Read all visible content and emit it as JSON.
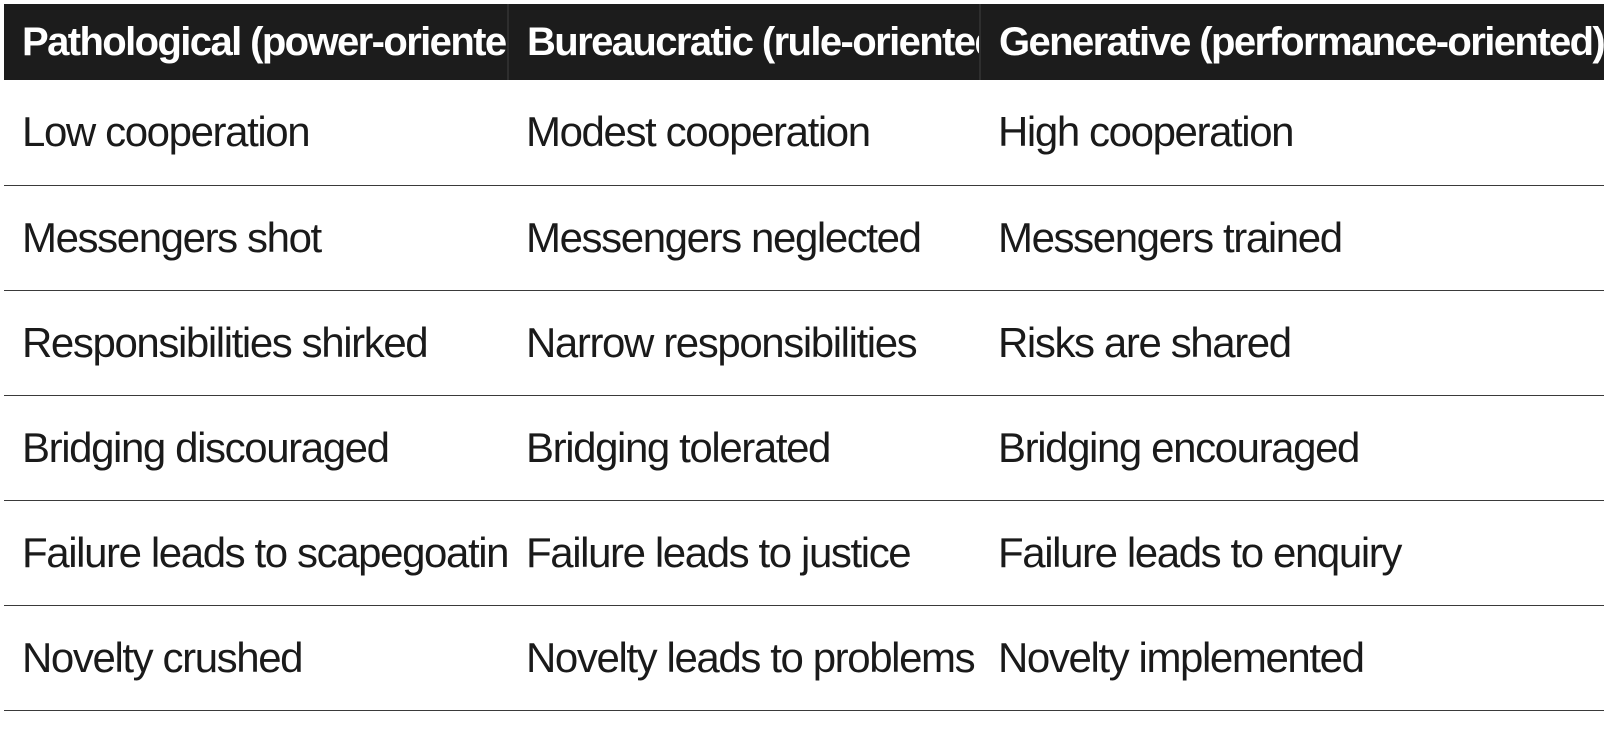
{
  "table": {
    "headers": [
      "Pathological (power-oriented)",
      "Bureaucratic (rule-oriented)",
      "Generative (performance-oriented)"
    ],
    "rows": [
      [
        "Low cooperation",
        "Modest cooperation",
        "High cooperation"
      ],
      [
        "Messengers shot",
        "Messengers neglected",
        "Messengers trained"
      ],
      [
        "Responsibilities shirked",
        "Narrow responsibilities",
        "Risks are shared"
      ],
      [
        "Bridging discouraged",
        "Bridging tolerated",
        "Bridging encouraged"
      ],
      [
        "Failure leads to scapegoating",
        "Failure leads to justice",
        "Failure leads to enquiry"
      ],
      [
        "Novelty crushed",
        "Novelty leads to problems",
        "Novelty implemented"
      ]
    ]
  },
  "colors": {
    "header_background": "#1c1c1c",
    "header_text": "#ffffff",
    "body_text": "#1a1a1a",
    "row_divider": "#3a3a3a"
  }
}
